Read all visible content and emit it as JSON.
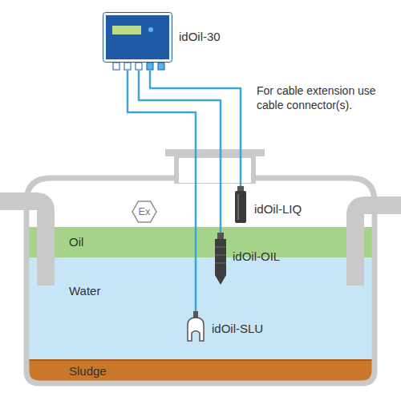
{
  "diagram": {
    "nodes": [
      {
        "text": [
          "idOil-30"
        ]
      },
      {
        "text": [
          "Oil"
        ]
      },
      {
        "text": [
          "Water"
        ]
      },
      {
        "text": [
          "Sludge"
        ]
      },
      {
        "text": [
          "idOil-LIQ"
        ]
      },
      {
        "text": [
          "idOil-OIL"
        ]
      },
      {
        "text": [
          "idOil-SLU"
        ]
      }
    ],
    "edges": [
      {
        "from": 0,
        "to": 4,
        "arrow": "none"
      },
      {
        "from": 0,
        "to": 5,
        "arrow": "none"
      },
      {
        "from": 0,
        "to": 6,
        "arrow": "none"
      }
    ],
    "labels": [
      "Ex",
      "For cable extension use cable connector(s)."
    ]
  }
}
